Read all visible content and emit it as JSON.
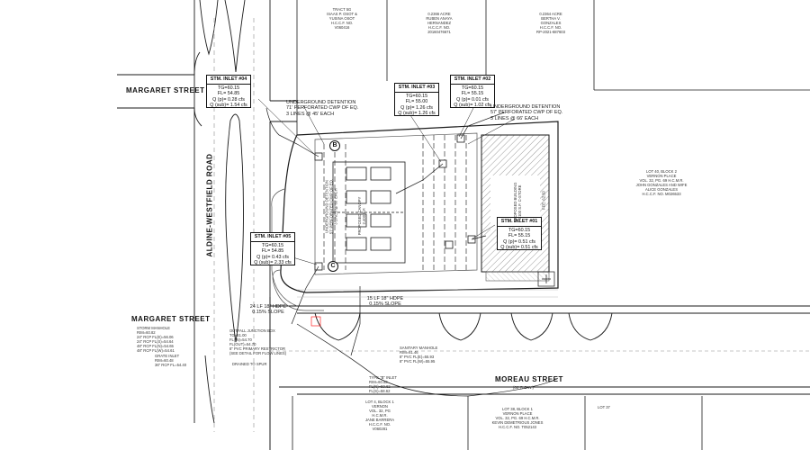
{
  "streets": {
    "margaret": "MARGARET STREET",
    "margaret_2": "MARGARET STREET",
    "aldine": "ALDINE-WESTFIELD ROAD",
    "moreau": "MOREAU STREET",
    "moreau_row": "(60' R.O.W.)"
  },
  "parcels": {
    "tract": [
      "TRACT 5G",
      "ISAAS P. OSOT &",
      "YUSINA OSOT",
      "H.C.C.F. NO.",
      "V060416"
    ],
    "mid_north": [
      "0.2366 ACRE",
      "RUBEN ANAYA",
      "HERNANDEZ",
      "H.C.C.F. NO.",
      "20160476671"
    ],
    "ne_north": [
      "0.2364 ACRE",
      "BERTHA V.",
      "GONZALES",
      "H.C.C.F. NO.",
      "RP-2021-687603"
    ],
    "lot_east": [
      "LOT 40, BLOCK 2",
      "VERNON PLACE",
      "VOL. 32, PG. 69 H.C.M.R.",
      "",
      "JOHN GONZALES AND WIFE",
      "ALICE GONZALES",
      "H.C.C.F. NO. M026533"
    ],
    "lot_sw": [
      "LOT 4, BLOCK 1",
      "VERNON",
      "VOL. 32, PG",
      "H.C.M.R.",
      "",
      "JANE BARRERA",
      "H.C.C.F. NO.",
      "V060281"
    ],
    "lot_se": [
      "LOT 38, BLOCK 1",
      "VERNON PLACE",
      "VOL. 32, PG. 69 H.C.M.R.",
      "",
      "KEVIN DEMETRIOUS JONES",
      "H.C.C.F. NO. T052143"
    ],
    "lot_37": "LOT 37"
  },
  "inlets": [
    {
      "title": "STM. INLET #04",
      "lines": [
        "TG=60.15",
        "FL= 54.85",
        "Q (p)= 0.28 cfs",
        "Q (sub)= 1.54 cfs"
      ]
    },
    {
      "title": "STM. INLET #03",
      "lines": [
        "TG=60.15",
        "FL= 55.00",
        "Q (p)= 1.26 cfs",
        "Q (sub)= 1.26 cfs"
      ]
    },
    {
      "title": "STM. INLET #02",
      "lines": [
        "TG=60.15",
        "FL= 55.15",
        "Q (p)= 0.01 cfs",
        "Q (sub)= 1.02 cfs"
      ]
    },
    {
      "title": "STM. INLET #05",
      "lines": [
        "TG=60.15",
        "FL= 54.85",
        "Q (p)= 0.43 cfs",
        "Q (sub)= 2.33 cfs"
      ]
    },
    {
      "title": "STM. INLET #01",
      "lines": [
        "TG=60.15",
        "FL= 55.15",
        "Q (p)= 0.51 cfs",
        "Q (sub)= 0.51 cfs"
      ]
    }
  ],
  "detention": {
    "west": [
      "UNDERGROUND DETENTION",
      "71' PERFORATED CWP OF EQ.",
      "3 LINES @ 45' EACH"
    ],
    "east": [
      "UNDERGROUND DETENTION",
      "57' PERFORATED CWP OF EQ.",
      "3 LINES @ 66' EACH"
    ],
    "vertical": [
      "UNDERGROUND DETENTION",
      "57' PERFORATED CWP OF EQ.",
      "3 LINES @ 60' EACH"
    ],
    "marker_b": "B",
    "marker_c": "C"
  },
  "building": {
    "label": [
      "PROPOSED BUILDING",
      "4,100 S.F. C-STORE"
    ],
    "ffe": "FFE: 62.50",
    "canopy": [
      "PROPOSED CANOPY",
      "2,400 S.F."
    ]
  },
  "notes": {
    "pipe_west": [
      "24 LF 18\" HDPE",
      "0.15% SLOPE"
    ],
    "pipe_south": [
      "15 LF 18\" HDPE",
      "0.15% SLOPE"
    ],
    "outfall": [
      "OUTFALL JUNCTION BOX",
      "TG=61.00",
      "FL(IN)=54.70",
      "FL(OUT)=54.70",
      "8\" PVC PRIMARY RESTRICTOR",
      "(SEE DETAIL FOR FLOW LINES)"
    ],
    "storm_manhole": [
      "STORM MANHOLE",
      "RIM=60.82",
      "24\" RCP FL(E)=56.06",
      "24\" RCP FL(S)=54.64",
      "48\" RCP FL(N)=54.65",
      "48\" RCP FL(W)=54.61"
    ],
    "sanitary_manhole": [
      "SANITARY MANHOLE",
      "RIM=61.46",
      "8\" PVC FL(E)=55.93",
      "8\" PVC FL(W)=55.95"
    ],
    "type_b_inlet": [
      "TYPE \"B\" INLET",
      "RIM=60.53",
      "FL(N)=59.62",
      "FL(S)=58.62"
    ],
    "grate": [
      "GRATE INLET",
      "RIM=60.48",
      "36\" RCP FL=54.40"
    ],
    "drain": [
      "DRAINED TO SPUR"
    ]
  },
  "colors": {
    "line": "#1a1a1a",
    "light": "#8c8c8c",
    "hatch": "#9a9a9a",
    "accent": "#ff0000"
  }
}
